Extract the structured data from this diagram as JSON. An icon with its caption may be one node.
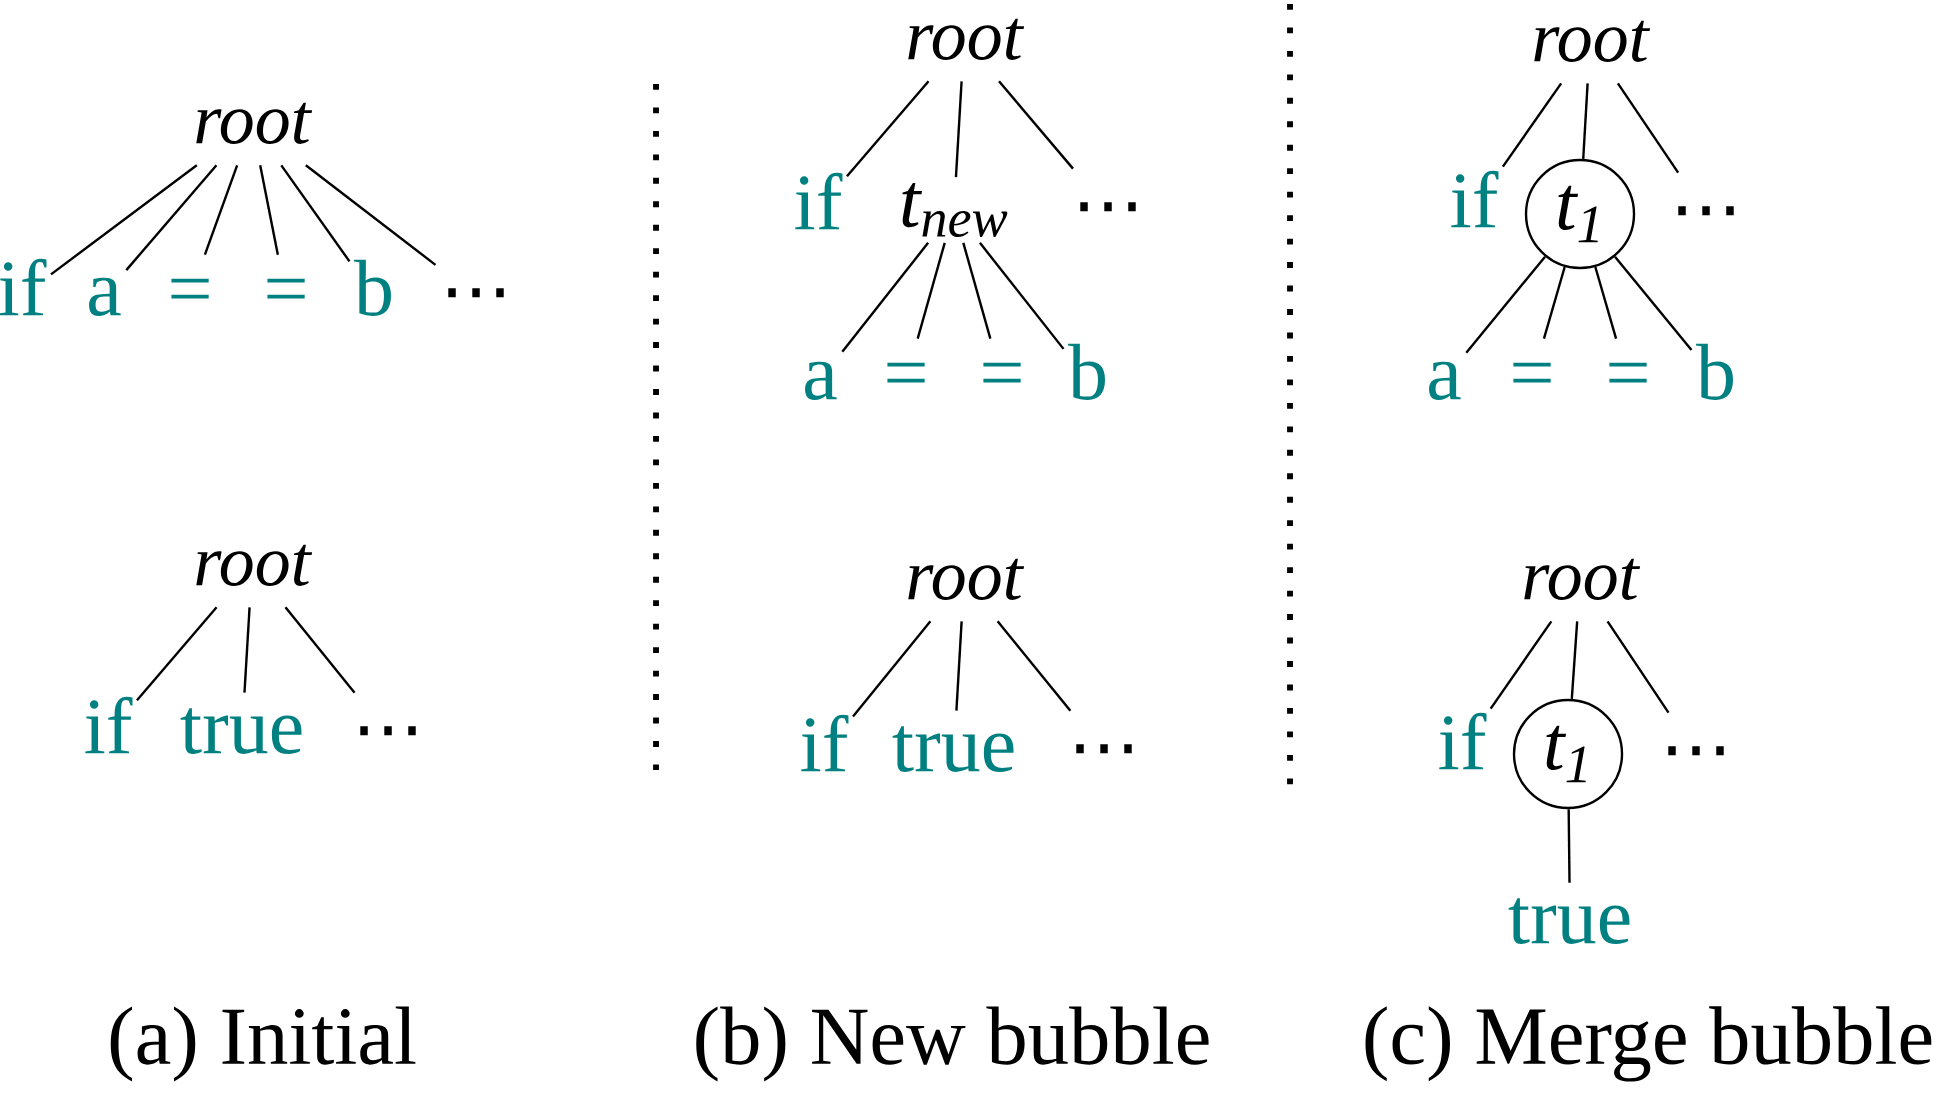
{
  "diagram": {
    "nodes": [
      {
        "text": [
          "root"
        ]
      },
      {
        "text": [
          "if"
        ]
      },
      {
        "text": [
          "a"
        ]
      },
      {
        "text": [
          "="
        ]
      },
      {
        "text": [
          "="
        ]
      },
      {
        "text": [
          "b"
        ]
      },
      {
        "text": [
          "⋯"
        ]
      },
      {
        "text": [
          "root"
        ]
      },
      {
        "text": [
          "if"
        ]
      },
      {
        "text": [
          "true"
        ]
      },
      {
        "text": [
          "⋯"
        ]
      },
      {
        "text": [
          "root"
        ]
      },
      {
        "text": [
          "if"
        ]
      },
      {
        "text": [
          "t$_{new}$"
        ]
      },
      {
        "text": [
          "⋯"
        ]
      },
      {
        "text": [
          "a"
        ]
      },
      {
        "text": [
          "="
        ]
      },
      {
        "text": [
          "="
        ]
      },
      {
        "text": [
          "b"
        ]
      },
      {
        "text": [
          "root"
        ]
      },
      {
        "text": [
          "if"
        ]
      },
      {
        "text": [
          "true"
        ]
      },
      {
        "text": [
          "⋯"
        ]
      },
      {
        "text": [
          "root"
        ]
      },
      {
        "text": [
          "if"
        ]
      },
      {
        "text": [
          "t$_{1}$"
        ]
      },
      {
        "text": [
          "⋯"
        ]
      },
      {
        "text": [
          "a"
        ]
      },
      {
        "text": [
          "="
        ]
      },
      {
        "text": [
          "="
        ]
      },
      {
        "text": [
          "b"
        ]
      },
      {
        "text": [
          "root"
        ]
      },
      {
        "text": [
          "if"
        ]
      },
      {
        "text": [
          "t$_{1}$"
        ]
      },
      {
        "text": [
          "⋯"
        ]
      },
      {
        "text": [
          "true"
        ]
      }
    ],
    "edges": [
      {
        "from": 0,
        "to": 1,
        "arrow": "none"
      },
      {
        "from": 0,
        "to": 2,
        "arrow": "none"
      },
      {
        "from": 0,
        "to": 3,
        "arrow": "none"
      },
      {
        "from": 0,
        "to": 4,
        "arrow": "none"
      },
      {
        "from": 0,
        "to": 5,
        "arrow": "none"
      },
      {
        "from": 0,
        "to": 6,
        "arrow": "none"
      },
      {
        "from": 7,
        "to": 8,
        "arrow": "none"
      },
      {
        "from": 7,
        "to": 9,
        "arrow": "none"
      },
      {
        "from": 7,
        "to": 10,
        "arrow": "none"
      },
      {
        "from": 11,
        "to": 12,
        "arrow": "none"
      },
      {
        "from": 11,
        "to": 13,
        "arrow": "none"
      },
      {
        "from": 11,
        "to": 14,
        "arrow": "none"
      },
      {
        "from": 13,
        "to": 15,
        "arrow": "none"
      },
      {
        "from": 13,
        "to": 16,
        "arrow": "none"
      },
      {
        "from": 13,
        "to": 17,
        "arrow": "none"
      },
      {
        "from": 13,
        "to": 18,
        "arrow": "none"
      },
      {
        "from": 19,
        "to": 20,
        "arrow": "none"
      },
      {
        "from": 19,
        "to": 21,
        "arrow": "none"
      },
      {
        "from": 19,
        "to": 22,
        "arrow": "none"
      },
      {
        "from": 23,
        "to": 24,
        "arrow": "none"
      },
      {
        "from": 23,
        "to": 25,
        "arrow": "none"
      },
      {
        "from": 23,
        "to": 26,
        "arrow": "none"
      },
      {
        "from": 25,
        "to": 27,
        "arrow": "none"
      },
      {
        "from": 25,
        "to": 28,
        "arrow": "none"
      },
      {
        "from": 25,
        "to": 29,
        "arrow": "none"
      },
      {
        "from": 25,
        "to": 30,
        "arrow": "none"
      },
      {
        "from": 31,
        "to": 32,
        "arrow": "none"
      },
      {
        "from": 31,
        "to": 33,
        "arrow": "none"
      },
      {
        "from": 31,
        "to": 34,
        "arrow": "none"
      },
      {
        "from": 33,
        "to": 35,
        "arrow": "none"
      }
    ],
    "labels": [
      "(a) Initial",
      "(b) New bubble",
      "(c) Merge bubble"
    ]
  }
}
